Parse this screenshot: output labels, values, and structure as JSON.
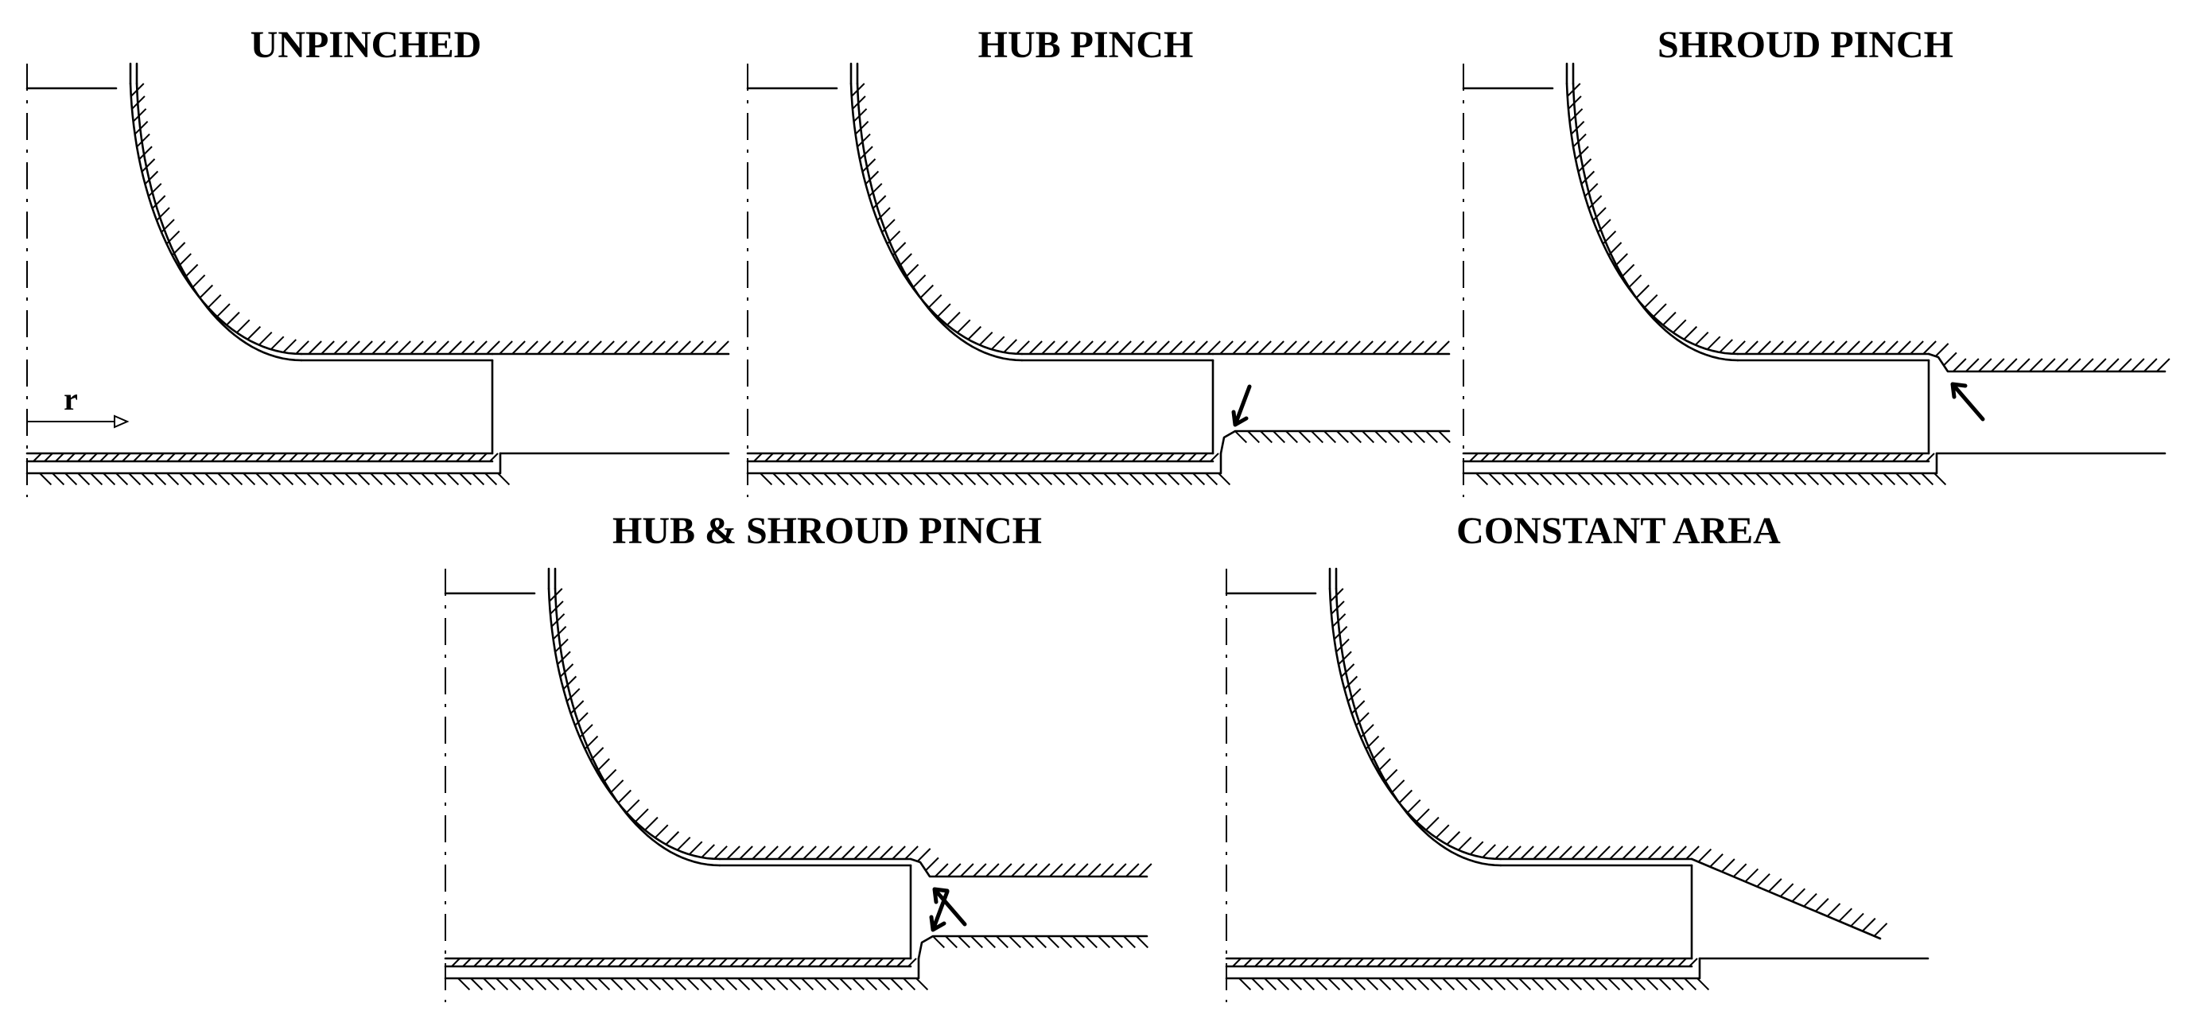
{
  "panels": [
    {
      "id": "unpinched",
      "title": "UNPINCHED",
      "hub_pinch": false,
      "shroud_pinch": false,
      "constant_area": false
    },
    {
      "id": "hub-pinch",
      "title": "HUB PINCH",
      "hub_pinch": true,
      "shroud_pinch": false,
      "constant_area": false
    },
    {
      "id": "shroud-pinch",
      "title": "SHROUD PINCH",
      "hub_pinch": false,
      "shroud_pinch": true,
      "constant_area": false
    },
    {
      "id": "hub-shroud-pinch",
      "title": "HUB & SHROUD PINCH",
      "hub_pinch": true,
      "shroud_pinch": true,
      "constant_area": false
    },
    {
      "id": "constant-area",
      "title": "CONSTANT AREA",
      "hub_pinch": false,
      "shroud_pinch": false,
      "constant_area": true
    }
  ],
  "axis_label": "r",
  "colors": {
    "line": "#000000",
    "background": "#ffffff"
  }
}
